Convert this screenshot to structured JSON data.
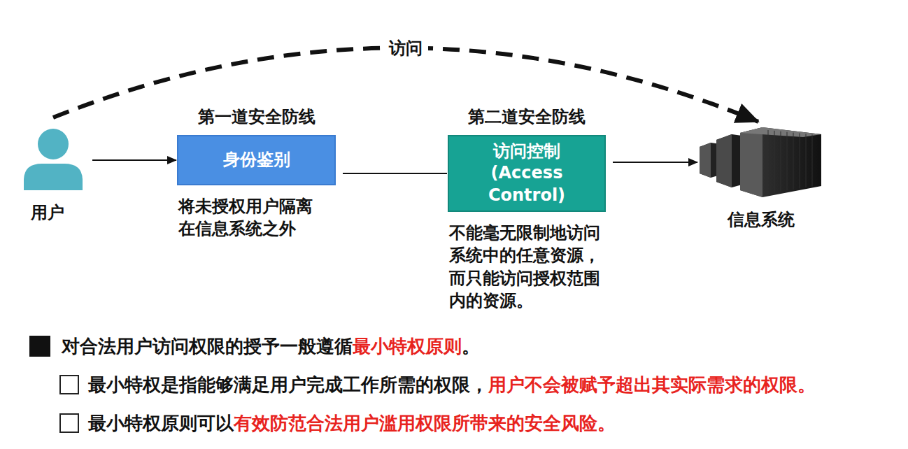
{
  "diagram": {
    "nodes": [
      {
        "text": [
          "用户"
        ]
      },
      {
        "text": [
          "第一道安全防线",
          "身份鉴别",
          "将未授权用户隔离在信息系统之外"
        ]
      },
      {
        "text": [
          "第二道安全防线",
          "访问控制 (Access Control)",
          "不能毫无限制地访问系统中的任意资源，而只能访问授权范围内的资源。"
        ]
      },
      {
        "text": [
          "信息系统"
        ]
      }
    ],
    "edges": [
      {
        "from": 0,
        "to": 3,
        "label": "访问",
        "arrow": "to"
      },
      {
        "from": 0,
        "to": 1,
        "arrow": "to"
      },
      {
        "from": 1,
        "to": 2,
        "arrow": "none"
      },
      {
        "from": 2,
        "to": 3,
        "arrow": "to"
      }
    ],
    "labels": [
      "对合法用户访问权限的授予一般遵循",
      "最小特权原则",
      "。",
      "最小特权是指能够满足用户完成工作所需的权限，",
      "用户不会被赋予超出其实际需求的权限。",
      "最小特权原则可以",
      "有效防范合法用户滥用权限所带来的安全风险。"
    ]
  }
}
